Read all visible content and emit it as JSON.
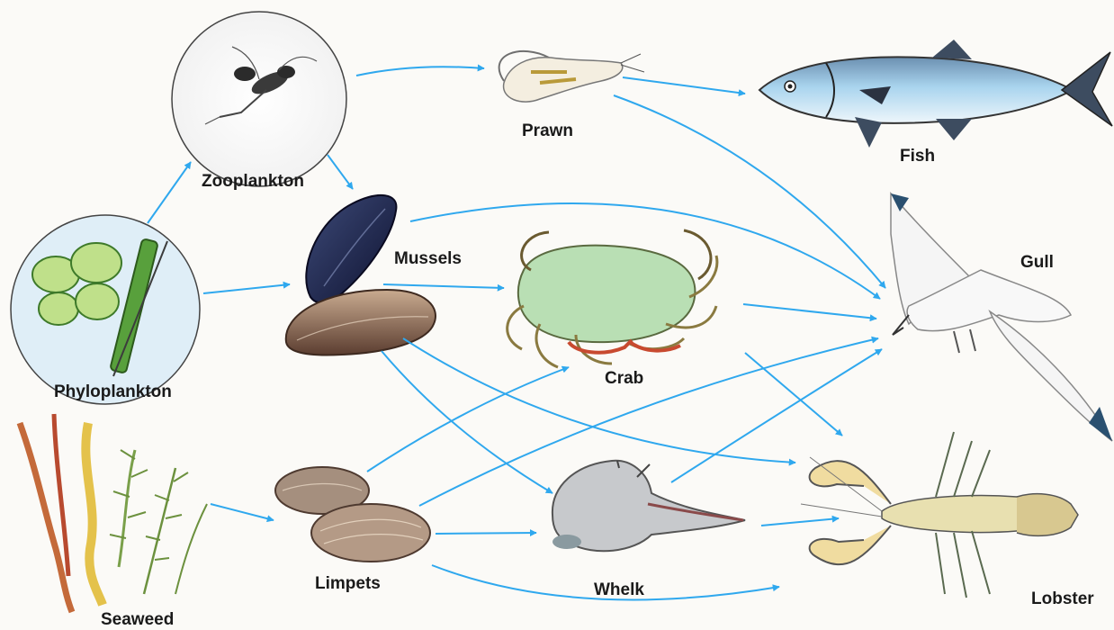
{
  "organisms": {
    "zooplankton": "Zooplankton",
    "phytoplankton": "Phyloplankton",
    "seaweed": "Seaweed",
    "prawn": "Prawn",
    "fish": "Fish",
    "mussels": "Mussels",
    "crab": "Crab",
    "gull": "Gull",
    "limpets": "Limpets",
    "whelk": "Whelk",
    "lobster": "Lobster"
  },
  "feeding_links": [
    {
      "from": "Phyloplankton",
      "to": "Zooplankton"
    },
    {
      "from": "Phyloplankton",
      "to": "Mussels"
    },
    {
      "from": "Zooplankton",
      "to": "Prawn"
    },
    {
      "from": "Zooplankton",
      "to": "Mussels"
    },
    {
      "from": "Prawn",
      "to": "Fish"
    },
    {
      "from": "Prawn",
      "to": "Gull"
    },
    {
      "from": "Mussels",
      "to": "Gull"
    },
    {
      "from": "Mussels",
      "to": "Crab"
    },
    {
      "from": "Mussels",
      "to": "Whelk"
    },
    {
      "from": "Mussels",
      "to": "Lobster"
    },
    {
      "from": "Seaweed",
      "to": "Limpets"
    },
    {
      "from": "Limpets",
      "to": "Crab"
    },
    {
      "from": "Limpets",
      "to": "Gull"
    },
    {
      "from": "Limpets",
      "to": "Whelk"
    },
    {
      "from": "Limpets",
      "to": "Lobster"
    },
    {
      "from": "Crab",
      "to": "Gull"
    },
    {
      "from": "Crab",
      "to": "Lobster"
    },
    {
      "from": "Whelk",
      "to": "Gull"
    },
    {
      "from": "Whelk",
      "to": "Lobster"
    }
  ],
  "colors": {
    "arrow": "#2fa8ee",
    "label": "#1a1a1a"
  }
}
